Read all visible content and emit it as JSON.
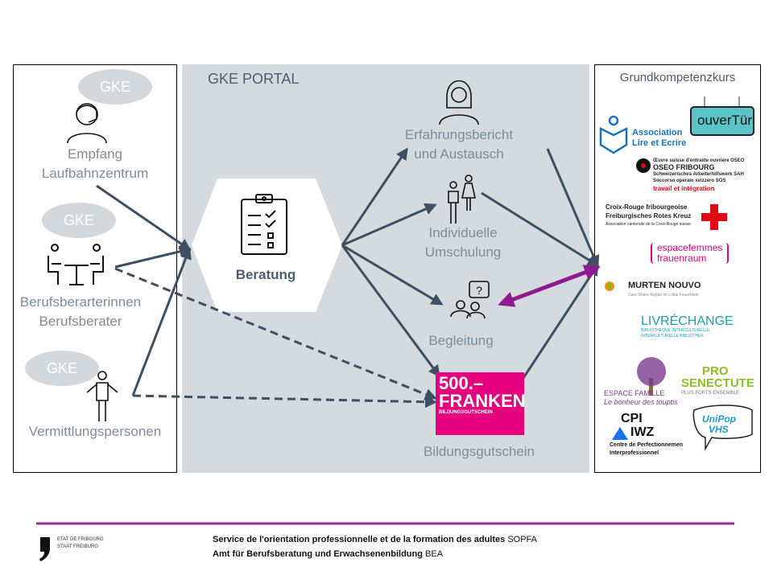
{
  "portal": {
    "title": "GKE PORTAL",
    "center": "Beratung"
  },
  "left": {
    "bubbles": [
      "GKE",
      "GKE",
      "GKE"
    ],
    "empfang": [
      "Empfang",
      "Laufbahnzentrum"
    ],
    "berater": [
      "Berufsberarterinnen",
      "Berufsberater"
    ],
    "vermittlung": "Vermittlungspersonen"
  },
  "offers": {
    "erfahrung": [
      "Erfahrungsbericht",
      "und Austausch"
    ],
    "umschulung": [
      "Individuelle",
      "Umschulung"
    ],
    "begleitung": "Begleitung",
    "gutschein": "Bildungsgutschein",
    "voucher": {
      "line1": "500.–",
      "line2": "FRANKEN",
      "line3": "BILDUNGSGUTSCHEIN"
    }
  },
  "right": {
    "title": "Grundkompetenzkurs",
    "logos": {
      "lire": [
        "Association",
        "Lire et Ecrire"
      ],
      "ouvertur": "ouverTür",
      "oseo": [
        "Œuvre suisse d'entraide ouvrière OSEO",
        "OSEO FRIBOURG",
        "Schweizerisches Arbeiterhilfswerk SAH",
        "Soccorso operaio svizzero SOS",
        "travail et intégration"
      ],
      "croix": [
        "Croix-Rouge fribourgeoise",
        "Freiburgisches Rotes Kreuz",
        "Association cantonale de la Croix-Rouge suisse"
      ],
      "espace": [
        "espacefemmes",
        "frauenraum"
      ],
      "murten": [
        "MURTEN NOUVO",
        "Care-Share-Repair im Lokal FeuerMehr"
      ],
      "livre": [
        "LIVRÉCHANGE",
        "BIBLIOTHÈQUE INTERCULTURELLE",
        "INTERKULTURELLE BIBLIOTHEK"
      ],
      "famille": [
        "ESPACE FAMILLE",
        "Le bonheur des touptis"
      ],
      "pro": [
        "PRO",
        "SENECTUTE",
        "PLUS FORTS ENSEMBLE"
      ],
      "cpi": [
        "CPI",
        "IWZ",
        "Centre de Perfectionnemen",
        "Interprofessionnel"
      ],
      "unipop": [
        "UniPop",
        "VHS"
      ]
    }
  },
  "footer": {
    "state": [
      "ETAT DE FRIBOURG",
      "STAAT FREIBURG"
    ],
    "line1": "Service de l'orientation professionnelle et de la formation des adultes",
    "line1_abbr": "SOPFA",
    "line2": "Amt für Berufsberatung und Erwachsenenbildung",
    "line2_abbr": "BEA"
  },
  "colors": {
    "arrow": "#3d4f63",
    "accent": "#8e1b8e",
    "panel": "#d5dade",
    "label": "#7e8b9a",
    "voucher": "#e5007e"
  }
}
